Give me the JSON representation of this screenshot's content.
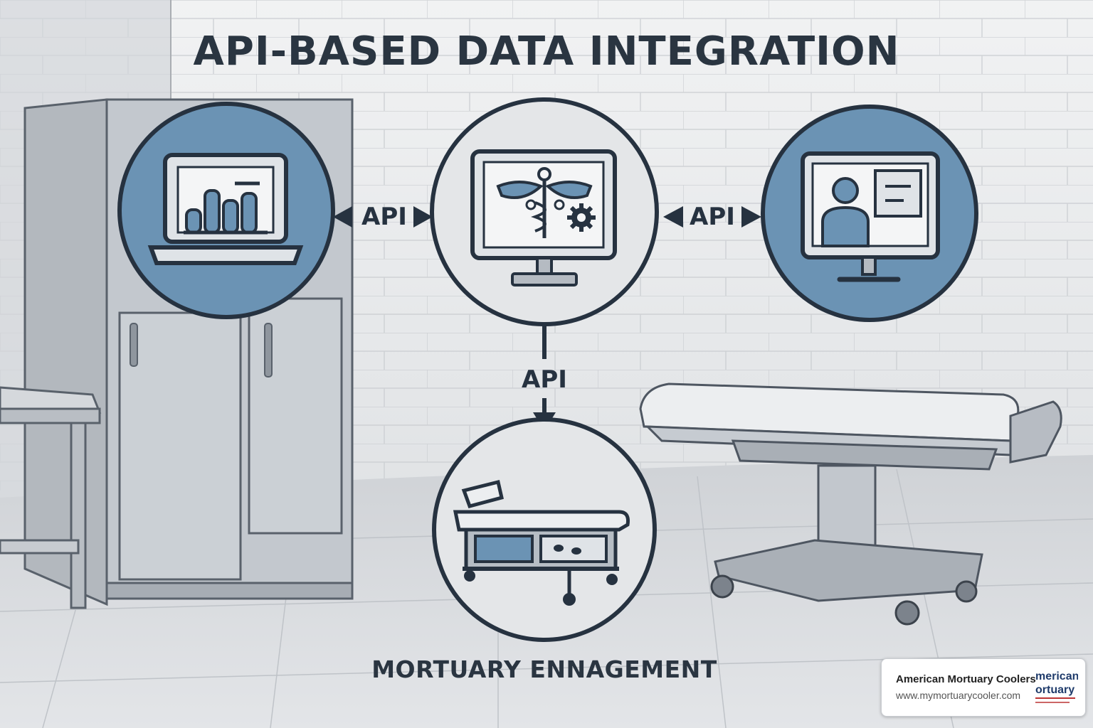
{
  "diagram": {
    "title": "API-BASED DATA INTEGRATION",
    "caption": "MORTUARY ENNAGEMENT",
    "connections": [
      {
        "from": "analytics-laptop",
        "to": "medical-system",
        "label": "API",
        "direction": "bidirectional"
      },
      {
        "from": "medical-system",
        "to": "user-portal",
        "label": "API",
        "direction": "bidirectional"
      },
      {
        "from": "medical-system",
        "to": "mortuary-equipment",
        "label": "API",
        "direction": "down"
      }
    ],
    "nodes": [
      {
        "id": "analytics-laptop",
        "icon": "laptop-chart-icon",
        "fill": "#6b93b4"
      },
      {
        "id": "medical-system",
        "icon": "monitor-caduceus-icon",
        "fill": "#e4e6e8"
      },
      {
        "id": "user-portal",
        "icon": "monitor-user-icon",
        "fill": "#6b93b4"
      },
      {
        "id": "mortuary-equipment",
        "icon": "mortuary-table-icon",
        "fill": "#e4e6e8"
      }
    ],
    "colors": {
      "accent": "#6b93b4",
      "ink": "#2a3541",
      "background": "#e8eaec"
    }
  },
  "watermark": {
    "name": "American Mortuary Coolers",
    "url": "www.mymortuarycooler.com",
    "logo_text": "merican ortuary",
    "logo_line1": "merican",
    "logo_line2": "ortuary"
  }
}
